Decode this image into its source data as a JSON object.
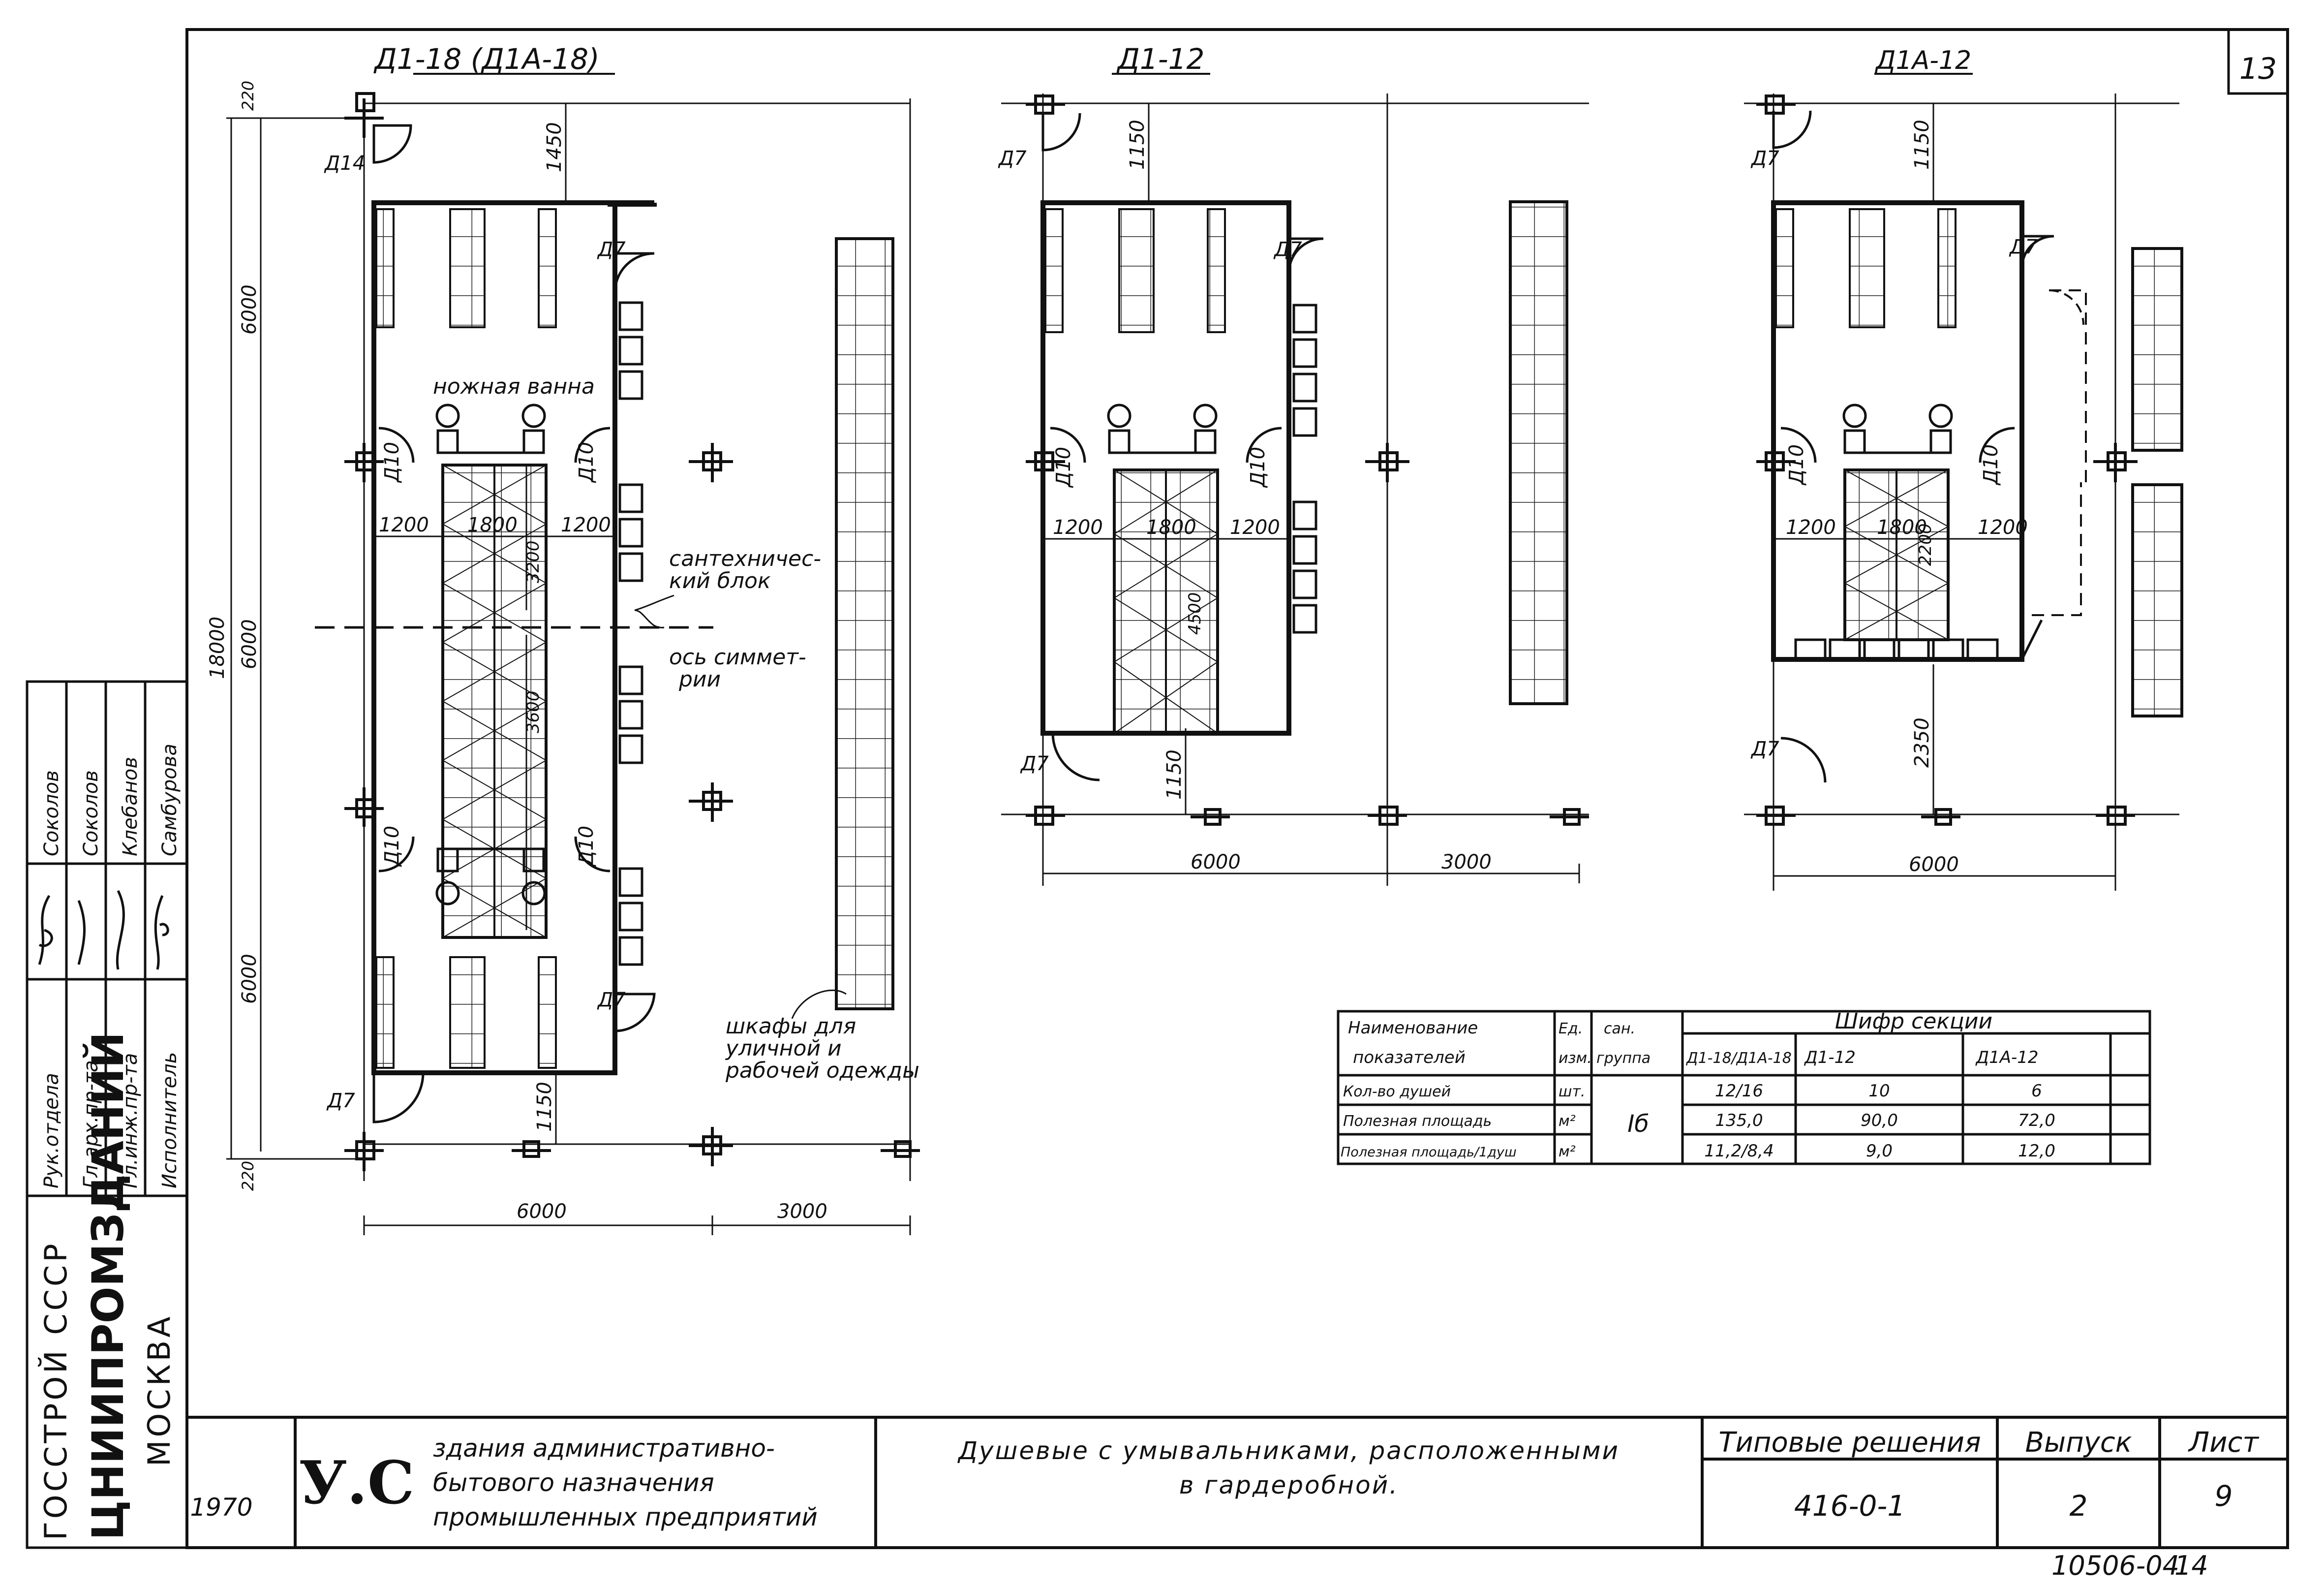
{
  "sheet_number_top": "13",
  "plans": {
    "p1": {
      "title": "Д1-18 (Д1А-18)",
      "doors": {
        "d14": "Д14",
        "d7_top": "Д7",
        "d7_bottom_right": "Д7",
        "d7_bottom_left": "Д7",
        "d10": "Д10"
      },
      "dims": {
        "top_gap": "220",
        "bottom_gap": "220",
        "door_setback_top": "1450",
        "door_setback_bottom": "1150",
        "left_6000_a": "6000",
        "left_6000_b": "6000",
        "left_6000_c": "6000",
        "left_total": "18000",
        "w1200_left": "1200",
        "w1800": "1800",
        "w1200_right": "1200",
        "block_3200": "3200",
        "block_3600": "3600",
        "bottom_6000": "6000",
        "bottom_3000": "3000"
      },
      "labels": {
        "foot_bath": "ножная ванна",
        "plumbing_block_1": "сантехничес-",
        "plumbing_block_2": "кий блок",
        "symmetry_axis_1": "ось симмет-",
        "symmetry_axis_2": "рии",
        "lockers_1": "шкафы для",
        "lockers_2": "уличной и",
        "lockers_3": "рабочей одежды"
      }
    },
    "p2": {
      "title": "Д1-12",
      "doors": {
        "d7_top": "Д7",
        "d7_inner": "Д7",
        "d7_bottom": "Д7",
        "d10": "Д10"
      },
      "dims": {
        "door_setback_top": "1150",
        "door_setback_bottom": "1150",
        "w1200_left": "1200",
        "w1800": "1800",
        "w1200_right": "1200",
        "block_4500": "4500",
        "bottom_6000": "6000",
        "bottom_3000": "3000"
      }
    },
    "p3": {
      "title": "Д1А-12",
      "doors": {
        "d7_top": "Д7",
        "d7_inner": "Д7",
        "d7_bottom": "Д7",
        "d10": "Д10"
      },
      "dims": {
        "door_setback_top": "1150",
        "w1200_left": "1200",
        "w1800": "1800",
        "w1200_right": "1200",
        "block_2200": "2200",
        "depth_2350": "2350",
        "bottom_6000": "6000"
      }
    }
  },
  "table": {
    "h_name_1": "Наименование",
    "h_name_2": "показателей",
    "h_unit_1": "Ед.",
    "h_unit_2": "изм.",
    "h_group_1": "сан.",
    "h_group_2": "группа",
    "h_cipher": "Шифр    секции",
    "h_c1": "Д1-18/Д1А-18",
    "h_c2": "Д1-12",
    "h_c3": "Д1А-12",
    "group_value": "Iб",
    "rows": [
      {
        "name": "Кол-во душей",
        "unit": "шт.",
        "c1": "12/16",
        "c2": "10",
        "c3": "6"
      },
      {
        "name": "Полезная площадь",
        "unit": "м²",
        "c1": "135,0",
        "c2": "90,0",
        "c3": "72,0"
      },
      {
        "name": "Полезная площадь/1душ",
        "unit": "м²",
        "c1": "11,2/8,4",
        "c2": "9,0",
        "c3": "12,0"
      }
    ]
  },
  "side_stamp": {
    "org_1": "ГОССТРОЙ   СССР",
    "org_2": "ЦНИИПРОМЗДАНИЙ",
    "org_3": "МОСКВА",
    "roles": [
      "Рук.отдела",
      "Гл.арх.пр-та",
      "Гл.инж.пр-та",
      "Исполнитель"
    ],
    "names": [
      "Соколов",
      "Соколов",
      "Клебанов",
      "Самбурова"
    ]
  },
  "title_block": {
    "year": "1970",
    "logo": "У.С",
    "series_1": "здания административно-",
    "series_2": "бытового назначения",
    "series_3": "промышленных предприятий",
    "drawing_1": "Душевые с умывальниками, расположенными",
    "drawing_2": "в гардеробной.",
    "typical_label": "Типовые решения",
    "typical_value": "416-0-1",
    "issue_label": "Выпуск",
    "issue_value": "2",
    "sheet_label": "Лист",
    "sheet_value": "9"
  },
  "inventory": {
    "code": "10506-04",
    "page": "14"
  }
}
